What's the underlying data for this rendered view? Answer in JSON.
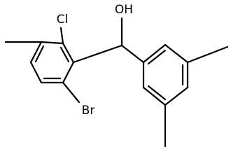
{
  "molecule": {
    "labels": {
      "hydroxyl": "OH",
      "chloro": "Cl",
      "bromo": "Br"
    },
    "colors": {
      "bond": "#000000",
      "text": "#000000",
      "background": "#ffffff"
    }
  }
}
